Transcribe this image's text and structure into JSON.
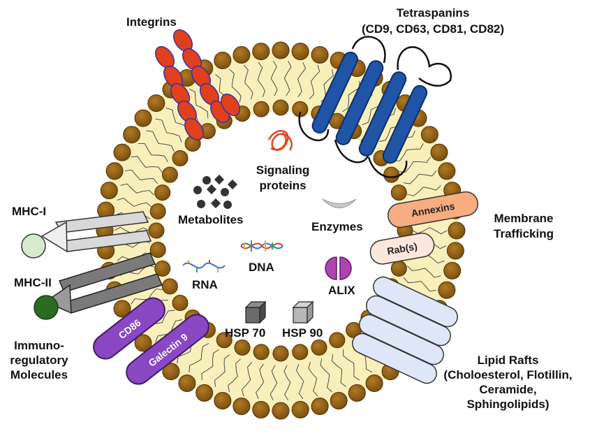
{
  "labels": {
    "integrins": "Integrins",
    "tetraspanins": "Tetraspanins",
    "tetraspanins_list": "(CD9, CD63, CD81, CD82)",
    "mhc1": "MHC-I",
    "mhc2": "MHC-II",
    "immuno1": "Immuno-",
    "immuno2": "regulatory",
    "immuno3": "Molecules",
    "membrane1": "Membrane",
    "membrane2": "Trafficking",
    "lipid1": "Lipid Rafts",
    "lipid2": "(Choloesterol, Flotillin,",
    "lipid3": "Ceramide,",
    "lipid4": "Sphingolipids)"
  },
  "cargo": {
    "signaling1": "Signaling",
    "signaling2": "proteins",
    "metabolites": "Metabolites",
    "enzymes": "Enzymes",
    "dna": "DNA",
    "rna": "RNA",
    "alix": "ALIX",
    "hsp70": "HSP 70",
    "hsp90": "HSP 90"
  },
  "pills": {
    "annexins": "Annexins",
    "rab": "Rab(s)",
    "cd86": "CD86",
    "galectin": "Galectin 9"
  },
  "colors": {
    "membrane_fill": "#f9efbb",
    "lipid_head": "#8a5a12",
    "integrin": "#e0401c",
    "tetraspanin": "#1f54a6",
    "mhc1_ball": "#d4eccb",
    "mhc2_ball": "#2e6b22",
    "immuno_pill": "#8a47c4",
    "annexin_pill": "#f7ad80",
    "rab_pill": "#fde7dc",
    "raft_pill": "#dfe6f7",
    "alix": "#b042b4",
    "signaling": "#e2461b"
  }
}
